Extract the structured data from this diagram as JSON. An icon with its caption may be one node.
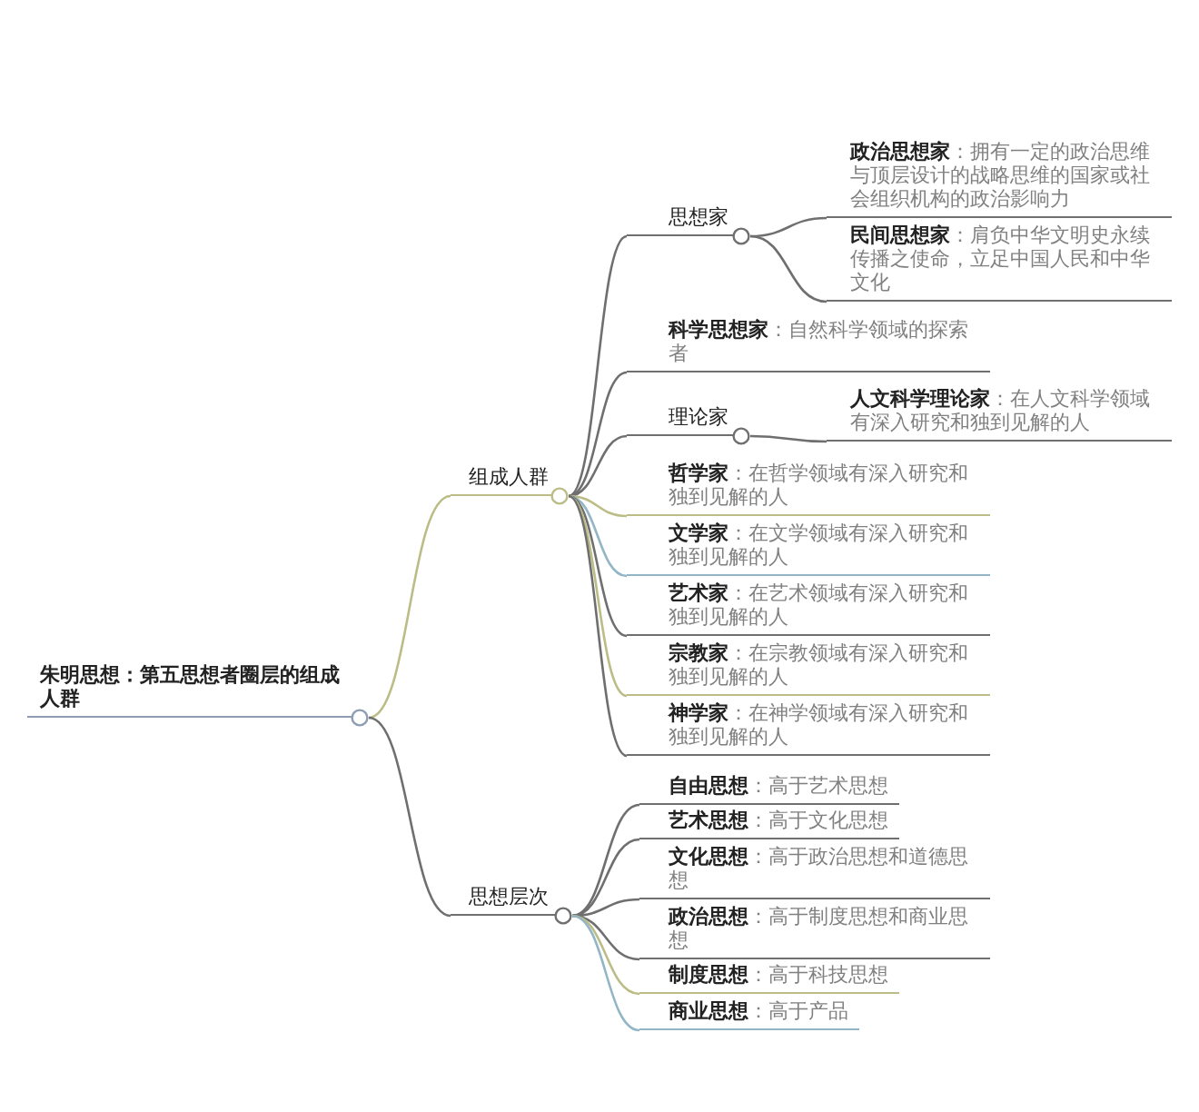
{
  "diagram": {
    "nodes": [
      {
        "text": [
          "朱明思想：第五思想者圈层的组成人群"
        ]
      },
      {
        "text": [
          "组成人群"
        ]
      },
      {
        "text": [
          "思想家"
        ]
      },
      {
        "text": [
          "**政治思想家**：拥有一定的政治思维与顶层设计的战略思维的国家或社会组织机构的政治影响力"
        ]
      },
      {
        "text": [
          "**民间思想家**：肩负中华文明史永续传播之使命，立足中国人民和中华文化"
        ]
      },
      {
        "text": [
          "**科学思想家**：自然科学领域的探索者"
        ]
      },
      {
        "text": [
          "理论家"
        ]
      },
      {
        "text": [
          "**人文科学理论家**：在人文科学领域有深入研究和独到见解的人"
        ]
      },
      {
        "text": [
          "**哲学家**：在哲学领域有深入研究和独到见解的人"
        ]
      },
      {
        "text": [
          "**文学家**：在文学领域有深入研究和独到见解的人"
        ]
      },
      {
        "text": [
          "**艺术家**：在艺术领域有深入研究和独到见解的人"
        ]
      },
      {
        "text": [
          "**宗教家**：在宗教领域有深入研究和独到见解的人"
        ]
      },
      {
        "text": [
          "**神学家**：在神学领域有深入研究和独到见解的人"
        ]
      },
      {
        "text": [
          "思想层次"
        ]
      },
      {
        "text": [
          "**自由思想**：高于艺术思想"
        ]
      },
      {
        "text": [
          "**艺术思想**：高于文化思想"
        ]
      },
      {
        "text": [
          "**文化思想**：高于政治思想和道德思想"
        ]
      },
      {
        "text": [
          "**政治思想**：高于制度思想和商业思想"
        ]
      },
      {
        "text": [
          "**制度思想**：高于科技思想"
        ]
      },
      {
        "text": [
          "**商业思想**：高于产品"
        ]
      }
    ],
    "edges": [
      {
        "from": 0,
        "to": 1,
        "arrow": "none",
        "color": "#bcbd86"
      },
      {
        "from": 1,
        "to": 2,
        "arrow": "none"
      },
      {
        "from": 2,
        "to": 3,
        "arrow": "none"
      },
      {
        "from": 2,
        "to": 4,
        "arrow": "none"
      },
      {
        "from": 1,
        "to": 5,
        "arrow": "none"
      },
      {
        "from": 1,
        "to": 6,
        "arrow": "none"
      },
      {
        "from": 6,
        "to": 7,
        "arrow": "none"
      },
      {
        "from": 1,
        "to": 8,
        "arrow": "none",
        "color": "#bcbd86"
      },
      {
        "from": 1,
        "to": 9,
        "arrow": "none",
        "color": "#93b6c6"
      },
      {
        "from": 1,
        "to": 10,
        "arrow": "none"
      },
      {
        "from": 1,
        "to": 11,
        "arrow": "none",
        "color": "#bcbd86"
      },
      {
        "from": 1,
        "to": 12,
        "arrow": "none"
      },
      {
        "from": 0,
        "to": 13,
        "arrow": "none"
      },
      {
        "from": 13,
        "to": 14,
        "arrow": "none"
      },
      {
        "from": 13,
        "to": 15,
        "arrow": "none"
      },
      {
        "from": 13,
        "to": 16,
        "arrow": "none"
      },
      {
        "from": 13,
        "to": 17,
        "arrow": "none"
      },
      {
        "from": 13,
        "to": 18,
        "arrow": "none",
        "color": "#bcbd86"
      },
      {
        "from": 13,
        "to": 19,
        "arrow": "none",
        "color": "#93b6c6"
      }
    ]
  }
}
